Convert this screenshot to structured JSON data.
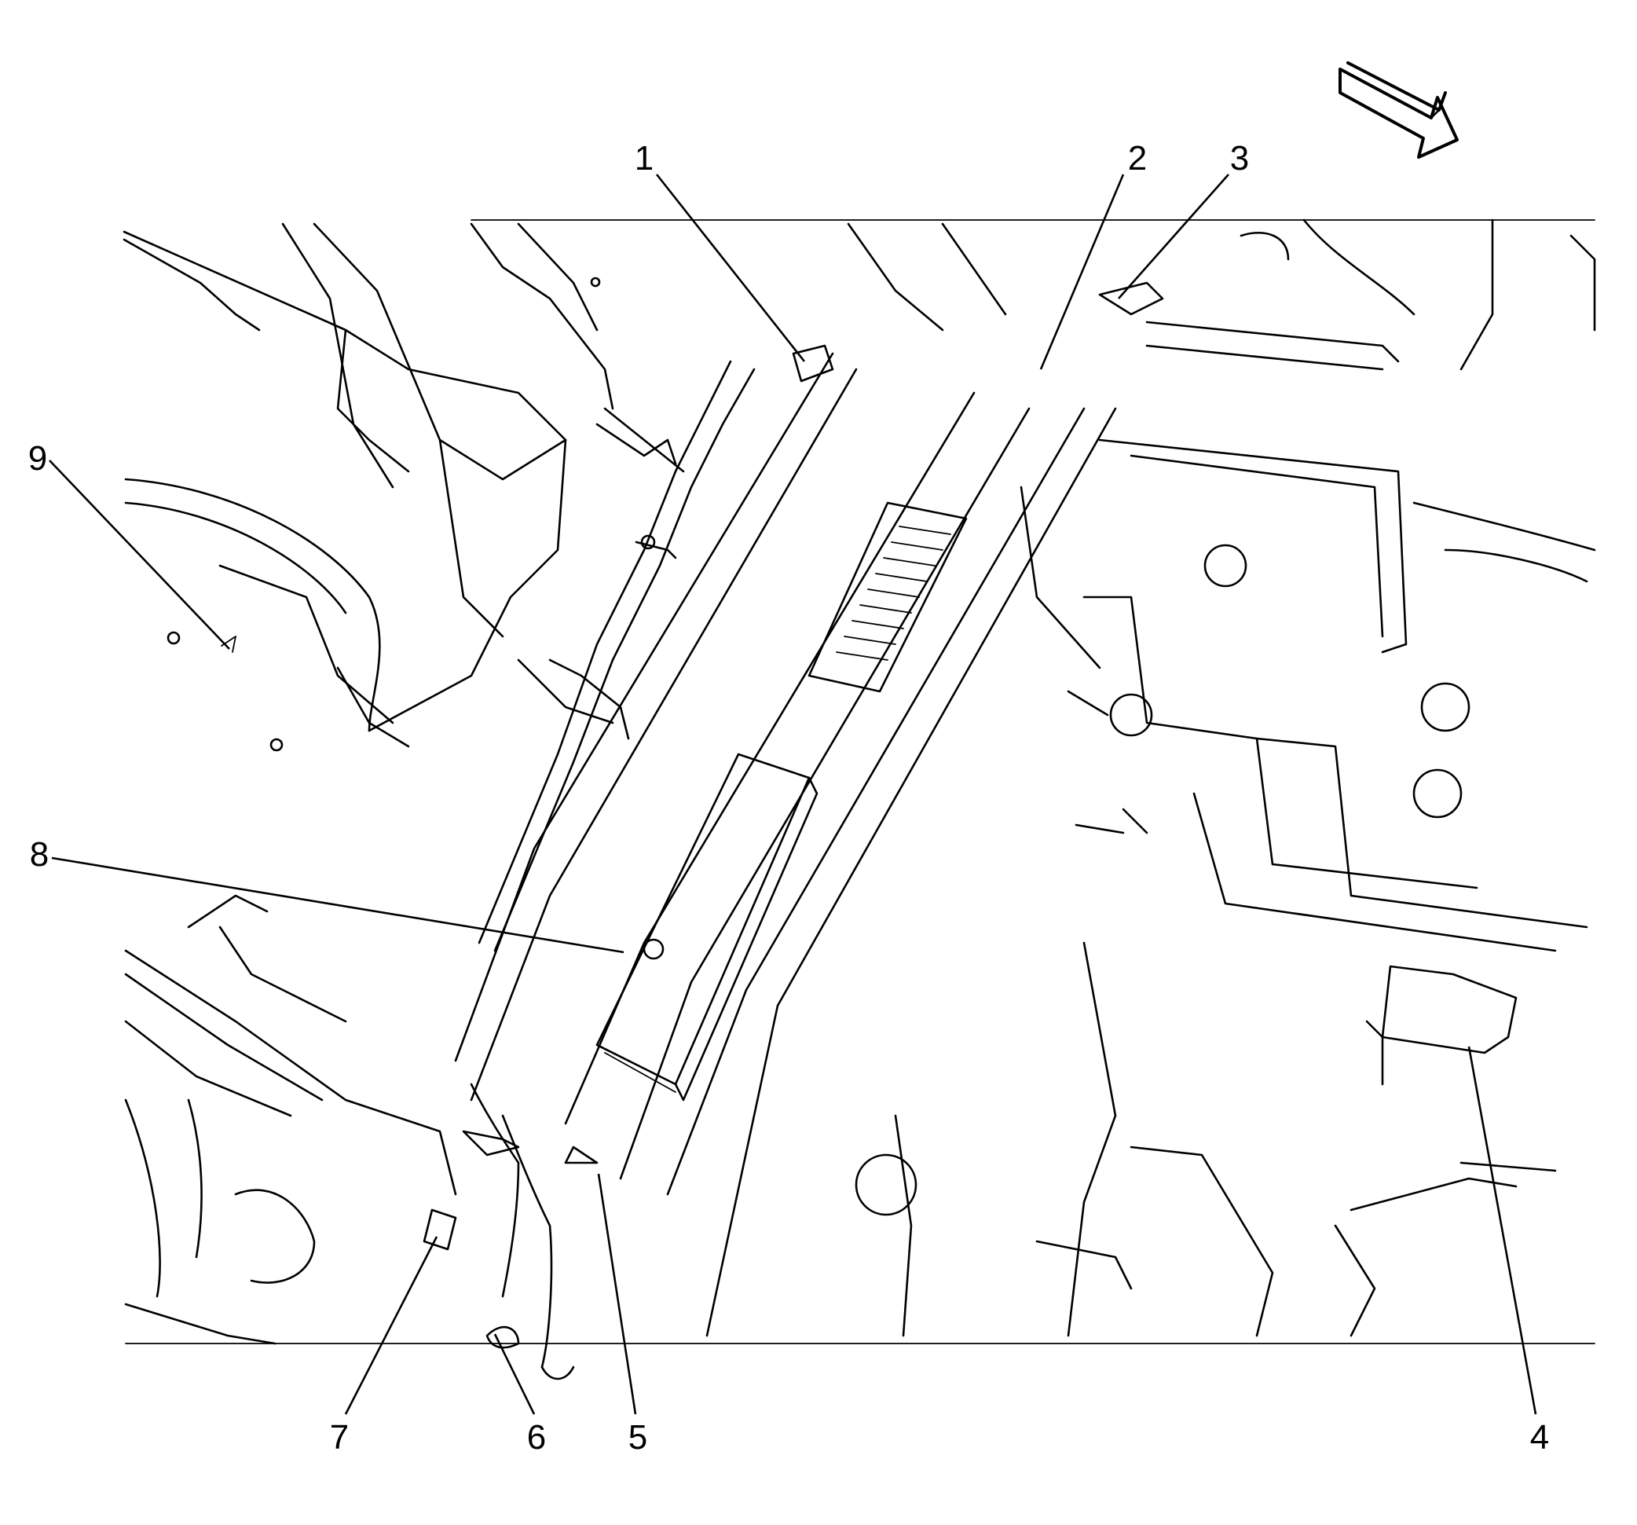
{
  "callouts": [
    {
      "id": "1",
      "label": "1"
    },
    {
      "id": "2",
      "label": "2"
    },
    {
      "id": "3",
      "label": "3"
    },
    {
      "id": "4",
      "label": "4"
    },
    {
      "id": "5",
      "label": "5"
    },
    {
      "id": "6",
      "label": "6"
    },
    {
      "id": "7",
      "label": "7"
    },
    {
      "id": "8",
      "label": "8"
    },
    {
      "id": "9",
      "label": "9"
    }
  ],
  "orientation_arrow": {
    "icon": "direction-arrow-icon"
  },
  "colors": {
    "line": "#000000",
    "background": "#ffffff"
  }
}
